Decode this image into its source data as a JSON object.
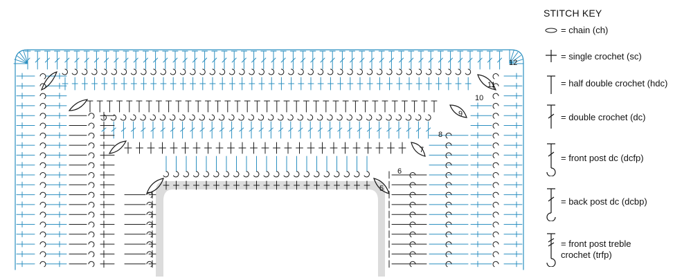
{
  "diagram": {
    "round_numbers": [
      "5",
      "6",
      "7",
      "8",
      "9",
      "10",
      "11",
      "12"
    ],
    "colors": {
      "blue_stitch": "#2b8fc0",
      "black_stitch": "#1a1a1a",
      "gray_foundation": "#dcdcdc"
    }
  },
  "key": {
    "title": "STITCH KEY",
    "items": [
      {
        "icon": "chain-icon",
        "label": "= chain (ch)"
      },
      {
        "icon": "single-crochet-icon",
        "label": "= single crochet (sc)"
      },
      {
        "icon": "half-double-crochet-icon",
        "label": "= half double crochet (hdc)"
      },
      {
        "icon": "double-crochet-icon",
        "label": "= double crochet (dc)"
      },
      {
        "icon": "front-post-dc-icon",
        "label": "= front post dc (dcfp)"
      },
      {
        "icon": "back-post-dc-icon",
        "label": "= back post dc (dcbp)"
      },
      {
        "icon": "front-post-treble-icon",
        "label": "= front post treble\ncrochet (trfp)"
      }
    ]
  }
}
